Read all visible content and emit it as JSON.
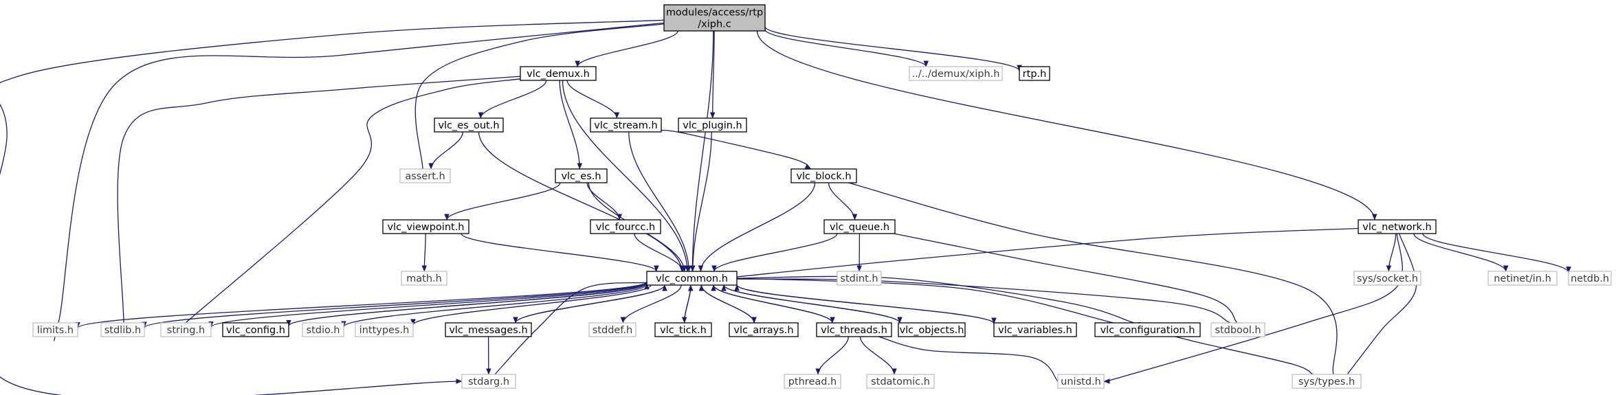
{
  "colors": {
    "edge": "#191970",
    "root_fill": "#bfbfbf",
    "root_border": "#000000",
    "documented_border": "#000000",
    "undocumented_border": "#bfbfbf",
    "undocumented_text": "#3c3c3c",
    "text": "#000000"
  },
  "nodes": {
    "xiph_c": {
      "lines": [
        "modules/access/rtp",
        "/xiph.c"
      ],
      "kind": "root"
    },
    "vlc_demux_h": {
      "lines": [
        "vlc_demux.h"
      ],
      "kind": "documented"
    },
    "demux_xiph_h": {
      "lines": [
        "../../demux/xiph.h"
      ],
      "kind": "external"
    },
    "rtp_h": {
      "lines": [
        "rtp.h"
      ],
      "kind": "documented"
    },
    "vlc_es_out_h": {
      "lines": [
        "vlc_es_out.h"
      ],
      "kind": "documented"
    },
    "vlc_stream_h": {
      "lines": [
        "vlc_stream.h"
      ],
      "kind": "documented"
    },
    "vlc_plugin_h": {
      "lines": [
        "vlc_plugin.h"
      ],
      "kind": "documented"
    },
    "assert_h": {
      "lines": [
        "assert.h"
      ],
      "kind": "external"
    },
    "vlc_es_h": {
      "lines": [
        "vlc_es.h"
      ],
      "kind": "documented"
    },
    "vlc_block_h": {
      "lines": [
        "vlc_block.h"
      ],
      "kind": "documented"
    },
    "vlc_viewpoint_h": {
      "lines": [
        "vlc_viewpoint.h"
      ],
      "kind": "documented"
    },
    "vlc_fourcc_h": {
      "lines": [
        "vlc_fourcc.h"
      ],
      "kind": "documented"
    },
    "vlc_queue_h": {
      "lines": [
        "vlc_queue.h"
      ],
      "kind": "documented"
    },
    "vlc_network_h": {
      "lines": [
        "vlc_network.h"
      ],
      "kind": "documented"
    },
    "math_h": {
      "lines": [
        "math.h"
      ],
      "kind": "external"
    },
    "vlc_common_h": {
      "lines": [
        "vlc_common.h"
      ],
      "kind": "documented"
    },
    "stdint_h": {
      "lines": [
        "stdint.h"
      ],
      "kind": "external"
    },
    "sys_socket_h": {
      "lines": [
        "sys/socket.h"
      ],
      "kind": "external"
    },
    "netinet_in_h": {
      "lines": [
        "netinet/in.h"
      ],
      "kind": "external"
    },
    "netdb_h": {
      "lines": [
        "netdb.h"
      ],
      "kind": "external"
    },
    "limits_h": {
      "lines": [
        "limits.h"
      ],
      "kind": "external"
    },
    "stdlib_h": {
      "lines": [
        "stdlib.h"
      ],
      "kind": "external"
    },
    "string_h": {
      "lines": [
        "string.h"
      ],
      "kind": "external"
    },
    "vlc_config_h": {
      "lines": [
        "vlc_config.h"
      ],
      "kind": "documented"
    },
    "stdio_h": {
      "lines": [
        "stdio.h"
      ],
      "kind": "external"
    },
    "inttypes_h": {
      "lines": [
        "inttypes.h"
      ],
      "kind": "external"
    },
    "vlc_messages_h": {
      "lines": [
        "vlc_messages.h"
      ],
      "kind": "documented"
    },
    "stddef_h": {
      "lines": [
        "stddef.h"
      ],
      "kind": "external"
    },
    "vlc_tick_h": {
      "lines": [
        "vlc_tick.h"
      ],
      "kind": "documented"
    },
    "vlc_arrays_h": {
      "lines": [
        "vlc_arrays.h"
      ],
      "kind": "documented"
    },
    "vlc_threads_h": {
      "lines": [
        "vlc_threads.h"
      ],
      "kind": "documented"
    },
    "vlc_objects_h": {
      "lines": [
        "vlc_objects.h"
      ],
      "kind": "documented"
    },
    "vlc_variables_h": {
      "lines": [
        "vlc_variables.h"
      ],
      "kind": "documented"
    },
    "vlc_configuration_h": {
      "lines": [
        "vlc_configuration.h"
      ],
      "kind": "documented"
    },
    "stdbool_h": {
      "lines": [
        "stdbool.h"
      ],
      "kind": "external"
    },
    "stdarg_h": {
      "lines": [
        "stdarg.h"
      ],
      "kind": "external"
    },
    "pthread_h": {
      "lines": [
        "pthread.h"
      ],
      "kind": "external"
    },
    "stdatomic_h": {
      "lines": [
        "stdatomic.h"
      ],
      "kind": "external"
    },
    "unistd_h": {
      "lines": [
        "unistd.h"
      ],
      "kind": "external"
    },
    "sys_types_h": {
      "lines": [
        "sys/types.h"
      ],
      "kind": "external"
    }
  },
  "edges": [
    [
      "xiph_c",
      "vlc_demux_h"
    ],
    [
      "xiph_c",
      "demux_xiph_h"
    ],
    [
      "xiph_c",
      "rtp_h"
    ],
    [
      "xiph_c",
      "vlc_plugin_h"
    ],
    [
      "xiph_c",
      "vlc_common_h"
    ],
    [
      "xiph_c",
      "vlc_network_h"
    ],
    [
      "xiph_c",
      "assert_h"
    ],
    [
      "xiph_c",
      "limits_h"
    ],
    [
      "xiph_c",
      "stdarg_h"
    ],
    [
      "vlc_demux_h",
      "vlc_es_out_h"
    ],
    [
      "vlc_demux_h",
      "vlc_stream_h"
    ],
    [
      "vlc_demux_h",
      "vlc_es_h"
    ],
    [
      "vlc_demux_h",
      "vlc_common_h"
    ],
    [
      "vlc_demux_h",
      "stdlib_h"
    ],
    [
      "vlc_demux_h",
      "string_h"
    ],
    [
      "vlc_es_out_h",
      "assert_h"
    ],
    [
      "vlc_es_out_h",
      "vlc_common_h"
    ],
    [
      "vlc_stream_h",
      "vlc_block_h"
    ],
    [
      "vlc_stream_h",
      "vlc_common_h"
    ],
    [
      "vlc_plugin_h",
      "vlc_common_h"
    ],
    [
      "vlc_es_h",
      "vlc_viewpoint_h"
    ],
    [
      "vlc_es_h",
      "vlc_fourcc_h"
    ],
    [
      "vlc_es_h",
      "vlc_common_h"
    ],
    [
      "vlc_block_h",
      "vlc_queue_h"
    ],
    [
      "vlc_block_h",
      "vlc_common_h"
    ],
    [
      "vlc_block_h",
      "sys_types_h"
    ],
    [
      "vlc_viewpoint_h",
      "math_h"
    ],
    [
      "vlc_viewpoint_h",
      "vlc_common_h"
    ],
    [
      "vlc_fourcc_h",
      "vlc_common_h"
    ],
    [
      "vlc_queue_h",
      "vlc_common_h"
    ],
    [
      "vlc_queue_h",
      "stdint_h"
    ],
    [
      "vlc_queue_h",
      "stdbool_h"
    ],
    [
      "vlc_network_h",
      "vlc_common_h"
    ],
    [
      "vlc_network_h",
      "sys_socket_h"
    ],
    [
      "vlc_network_h",
      "netinet_in_h"
    ],
    [
      "vlc_network_h",
      "netdb_h"
    ],
    [
      "vlc_network_h",
      "sys_types_h"
    ],
    [
      "vlc_network_h",
      "unistd_h"
    ],
    [
      "vlc_common_h",
      "limits_h"
    ],
    [
      "vlc_common_h",
      "stdlib_h"
    ],
    [
      "vlc_common_h",
      "string_h"
    ],
    [
      "vlc_common_h",
      "vlc_config_h"
    ],
    [
      "vlc_common_h",
      "stdio_h"
    ],
    [
      "vlc_common_h",
      "inttypes_h"
    ],
    [
      "vlc_common_h",
      "vlc_messages_h"
    ],
    [
      "vlc_common_h",
      "stddef_h"
    ],
    [
      "vlc_common_h",
      "vlc_tick_h"
    ],
    [
      "vlc_common_h",
      "vlc_arrays_h"
    ],
    [
      "vlc_common_h",
      "vlc_threads_h"
    ],
    [
      "vlc_common_h",
      "vlc_objects_h"
    ],
    [
      "vlc_common_h",
      "vlc_variables_h"
    ],
    [
      "vlc_common_h",
      "vlc_configuration_h"
    ],
    [
      "vlc_common_h",
      "stdbool_h"
    ],
    [
      "vlc_common_h",
      "stdarg_h"
    ],
    [
      "vlc_config_h",
      "vlc_common_h"
    ],
    [
      "vlc_messages_h",
      "vlc_common_h"
    ],
    [
      "vlc_messages_h",
      "stdarg_h"
    ],
    [
      "vlc_tick_h",
      "vlc_common_h"
    ],
    [
      "vlc_arrays_h",
      "vlc_common_h"
    ],
    [
      "vlc_threads_h",
      "vlc_common_h"
    ],
    [
      "vlc_threads_h",
      "pthread_h"
    ],
    [
      "vlc_threads_h",
      "stdatomic_h"
    ],
    [
      "vlc_threads_h",
      "unistd_h"
    ],
    [
      "vlc_objects_h",
      "vlc_common_h"
    ],
    [
      "vlc_variables_h",
      "vlc_common_h"
    ],
    [
      "vlc_configuration_h",
      "vlc_common_h"
    ],
    [
      "vlc_configuration_h",
      "sys_types_h"
    ]
  ]
}
